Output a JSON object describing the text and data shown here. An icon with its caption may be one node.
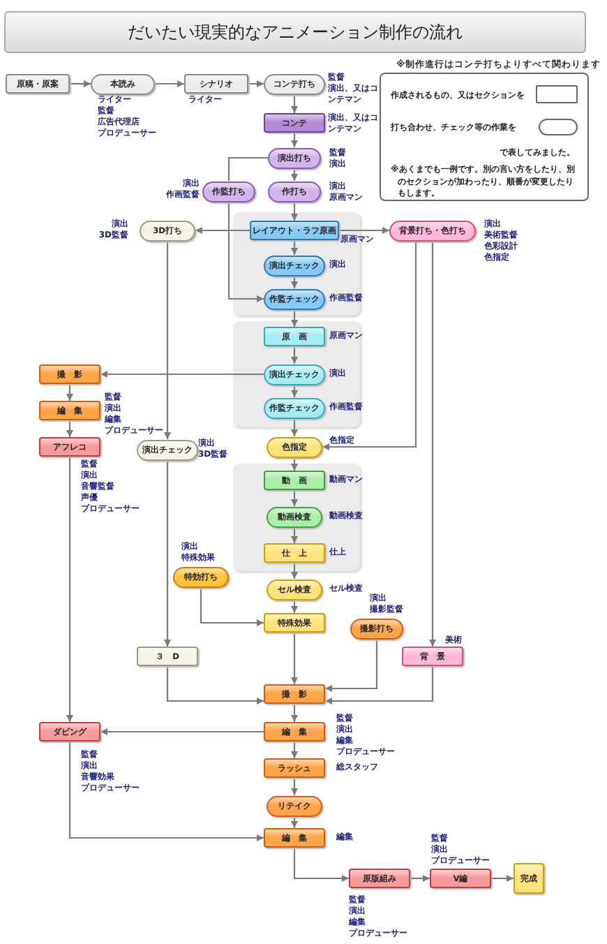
{
  "diagram": {
    "title": "だいたい現実的なアニメーション制作の流れ",
    "nodes": [
      {
        "text": [
          "原稿・原案"
        ]
      },
      {
        "text": [
          "本読み"
        ],
        "beside": [
          "ライター",
          "監督",
          "広告代理店",
          "プロデューサー"
        ]
      },
      {
        "text": [
          "シナリオ"
        ],
        "beside": [
          "ライター"
        ]
      },
      {
        "text": [
          "コンテ打ち"
        ],
        "beside": [
          "監督",
          "演出、又はコンテマン"
        ]
      },
      {
        "text": [
          "コンテ"
        ],
        "beside": [
          "演出、又はコンテマン"
        ]
      },
      {
        "text": [
          "演出打ち"
        ],
        "beside": [
          "監督",
          "演出"
        ]
      },
      {
        "text": [
          "作監打ち"
        ],
        "beside": [
          "演出",
          "作画監督"
        ]
      },
      {
        "text": [
          "作打ち"
        ],
        "beside": [
          "演出",
          "原画マン"
        ]
      },
      {
        "text": [
          "レイアウト・ラフ原画"
        ],
        "beside": [
          "原画マン"
        ]
      },
      {
        "text": [
          "3D打ち"
        ],
        "beside": [
          "演出",
          "3D監督"
        ]
      },
      {
        "text": [
          "背景打ち・色打ち"
        ],
        "beside": [
          "演出",
          "美術監督",
          "色彩設計",
          "色指定"
        ]
      },
      {
        "text": [
          "演出チェック"
        ],
        "beside": [
          "演出"
        ]
      },
      {
        "text": [
          "作監チェック"
        ],
        "beside": [
          "作画監督"
        ]
      },
      {
        "text": [
          "原　画"
        ],
        "beside": [
          "原画マン"
        ]
      },
      {
        "text": [
          "演出チェック"
        ],
        "beside": [
          "演出"
        ]
      },
      {
        "text": [
          "作監チェック"
        ],
        "beside": [
          "作画監督"
        ]
      },
      {
        "text": [
          "撮　影"
        ]
      },
      {
        "text": [
          "編　集"
        ],
        "beside": [
          "監督",
          "演出",
          "編集",
          "プロデューサー"
        ]
      },
      {
        "text": [
          "アフレコ"
        ],
        "beside": [
          "監督",
          "演出",
          "音響監督",
          "声優",
          "プロデューサー"
        ]
      },
      {
        "text": [
          "演出チェック"
        ],
        "beside": [
          "演出",
          "3D監督"
        ]
      },
      {
        "text": [
          "色指定"
        ],
        "beside": [
          "色指定"
        ]
      },
      {
        "text": [
          "動　画"
        ],
        "beside": [
          "動画マン"
        ]
      },
      {
        "text": [
          "動画検査"
        ],
        "beside": [
          "動画検査"
        ]
      },
      {
        "text": [
          "仕　上"
        ],
        "beside": [
          "仕上"
        ]
      },
      {
        "text": [
          "特効打ち"
        ],
        "beside": [
          "演出",
          "特殊効果"
        ]
      },
      {
        "text": [
          "セル検査"
        ],
        "beside": [
          "セル検査"
        ]
      },
      {
        "text": [
          "特殊効果"
        ]
      },
      {
        "text": [
          "撮影打ち"
        ],
        "beside": [
          "演出",
          "撮影監督"
        ]
      },
      {
        "text": [
          "３　D"
        ]
      },
      {
        "text": [
          "背　景"
        ],
        "beside": [
          "美術"
        ]
      },
      {
        "text": [
          "撮　影"
        ]
      },
      {
        "text": [
          "ダビング"
        ],
        "beside": [
          "監督",
          "演出",
          "音響効果",
          "プロデューサー"
        ]
      },
      {
        "text": [
          "編　集"
        ],
        "beside": [
          "監督",
          "演出",
          "編集",
          "プロデューサー"
        ]
      },
      {
        "text": [
          "ラッシュ"
        ],
        "beside": [
          "総スタッフ"
        ]
      },
      {
        "text": [
          "リテイク"
        ]
      },
      {
        "text": [
          "編　集"
        ],
        "beside": [
          "編集"
        ]
      },
      {
        "text": [
          "原版組み"
        ],
        "beside": [
          "監督",
          "演出",
          "編集",
          "プロデューサー"
        ]
      },
      {
        "text": [
          "V編"
        ],
        "beside": [
          "監督",
          "演出",
          "プロデューサー"
        ]
      },
      {
        "text": [
          "完成"
        ]
      }
    ],
    "edges": [
      {
        "from": 0,
        "to": 1,
        "arrow": "to"
      },
      {
        "from": 1,
        "to": 2,
        "arrow": "to"
      },
      {
        "from": 2,
        "to": 3,
        "arrow": "to"
      },
      {
        "from": 3,
        "to": 4,
        "arrow": "to"
      },
      {
        "from": 4,
        "to": 5,
        "arrow": "to"
      },
      {
        "from": 5,
        "to": 7,
        "arrow": "to"
      },
      {
        "from": 5,
        "to": 6,
        "arrow": "none"
      },
      {
        "from": 7,
        "to": 8,
        "arrow": "to"
      },
      {
        "from": 6,
        "to": 12,
        "arrow": "to"
      },
      {
        "from": 8,
        "to": 9,
        "arrow": "to"
      },
      {
        "from": 8,
        "to": 10,
        "arrow": "to"
      },
      {
        "from": 8,
        "to": 11,
        "arrow": "to"
      },
      {
        "from": 11,
        "to": 12,
        "arrow": "to"
      },
      {
        "from": 12,
        "to": 13,
        "arrow": "to"
      },
      {
        "from": 13,
        "to": 14,
        "arrow": "to"
      },
      {
        "from": 14,
        "to": 15,
        "arrow": "to"
      },
      {
        "from": 15,
        "to": 20,
        "arrow": "to"
      },
      {
        "from": 14,
        "to": 16,
        "arrow": "to"
      },
      {
        "from": 16,
        "to": 17,
        "arrow": "to"
      },
      {
        "from": 17,
        "to": 18,
        "arrow": "to"
      },
      {
        "from": 18,
        "to": 31,
        "arrow": "to"
      },
      {
        "from": 9,
        "to": 19,
        "arrow": "to"
      },
      {
        "from": 19,
        "to": 28,
        "arrow": "to"
      },
      {
        "from": 10,
        "to": 20,
        "arrow": "to"
      },
      {
        "from": 10,
        "to": 29,
        "arrow": "to"
      },
      {
        "from": 20,
        "to": 21,
        "arrow": "to"
      },
      {
        "from": 21,
        "to": 22,
        "arrow": "to"
      },
      {
        "from": 22,
        "to": 23,
        "arrow": "to"
      },
      {
        "from": 23,
        "to": 25,
        "arrow": "to"
      },
      {
        "from": 25,
        "to": 26,
        "arrow": "to"
      },
      {
        "from": 24,
        "to": 26,
        "arrow": "to"
      },
      {
        "from": 26,
        "to": 30,
        "arrow": "to"
      },
      {
        "from": 27,
        "to": 30,
        "arrow": "to"
      },
      {
        "from": 28,
        "to": 30,
        "arrow": "to"
      },
      {
        "from": 29,
        "to": 30,
        "arrow": "to"
      },
      {
        "from": 30,
        "to": 32,
        "arrow": "to"
      },
      {
        "from": 32,
        "to": 31,
        "arrow": "to"
      },
      {
        "from": 32,
        "to": 33,
        "arrow": "to"
      },
      {
        "from": 33,
        "to": 34,
        "arrow": "to"
      },
      {
        "from": 34,
        "to": 35,
        "arrow": "to"
      },
      {
        "from": 31,
        "to": 35,
        "arrow": "to"
      },
      {
        "from": 35,
        "to": 36,
        "arrow": "to"
      },
      {
        "from": 36,
        "to": 37,
        "arrow": "to"
      },
      {
        "from": 37,
        "to": 38,
        "arrow": "to"
      }
    ],
    "labels": [
      "※制作進行はコンテ打ちよりすべて関わります",
      "で表してみました。",
      "※あくまでも一例です。別の言い方をしたり、別のセクションが加わったり、順番が変更したりもします。"
    ],
    "legend": [
      {
        "text": "作成されるもの、又はセクションを"
      },
      {
        "text": "打ち合わせ、チェック等の作業を"
      }
    ]
  }
}
